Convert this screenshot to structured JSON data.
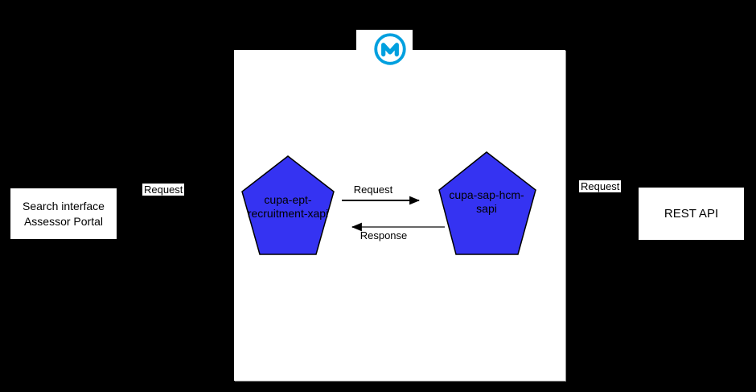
{
  "colors": {
    "background": "#000000",
    "container": "#ffffff",
    "pentagon_fill": "#3533F2",
    "pentagon_border": "#000000",
    "logo_blue": "#00A0DF",
    "request_arrow": "#000000",
    "response_arrow": "#666666",
    "arrowhead": "#000000"
  },
  "left_system": {
    "line1": "Search interface",
    "line2": "Assessor Portal"
  },
  "right_system": {
    "label": "REST API"
  },
  "connectors": {
    "left_request_label": "Request",
    "right_request_label": "Request",
    "flow_request_label": "Request",
    "flow_response_label": "Response"
  },
  "apis": {
    "experience": {
      "line1": "cupa-ept-",
      "line2": "recruitment-xapi"
    },
    "system": {
      "line1": "cupa-sap-hcm-",
      "line2": "sapi"
    }
  },
  "logo": {
    "name": "mulesoft"
  }
}
